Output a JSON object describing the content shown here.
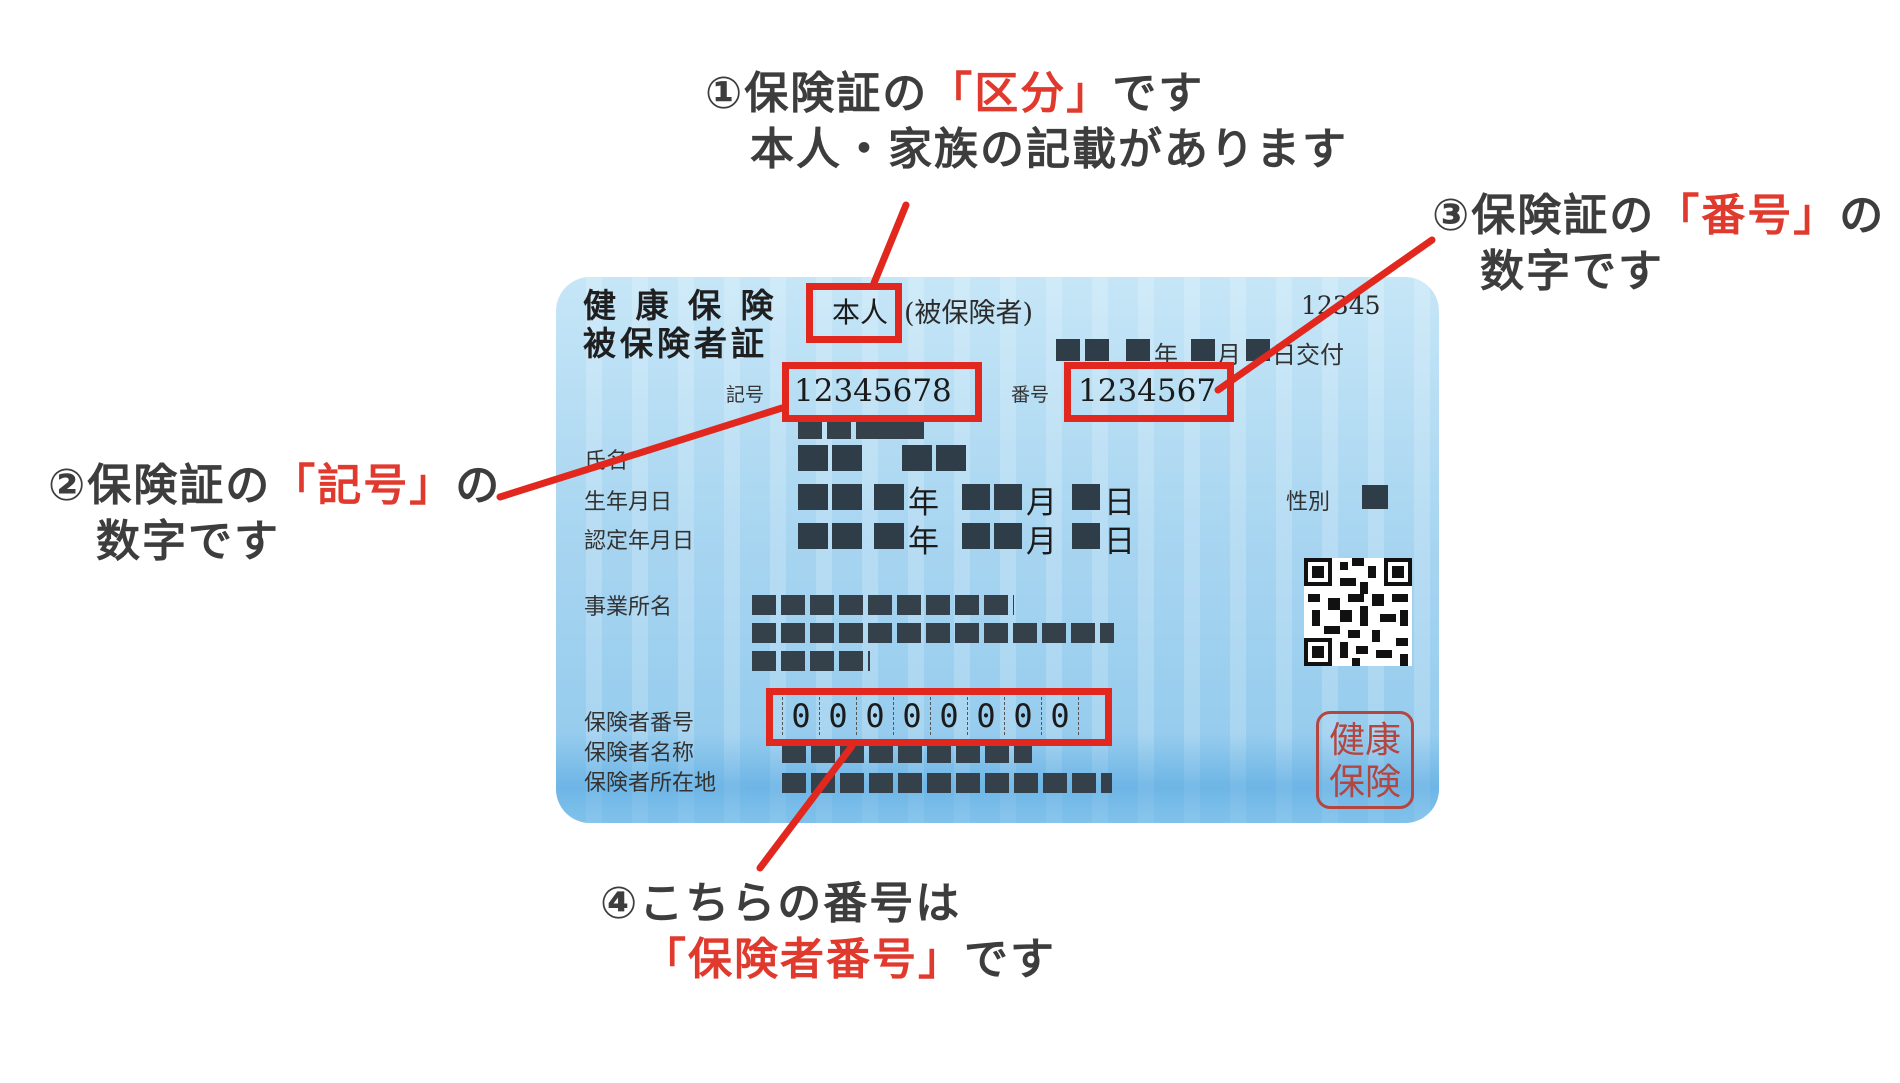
{
  "annotations": {
    "a1": {
      "num": "①",
      "pre": "保険証の",
      "hl": "「区分」",
      "post": "です",
      "line2": "本人・家族の記載があります"
    },
    "a2": {
      "num": "②",
      "pre": "保険証の",
      "hl": "「記号」",
      "post": "の",
      "line2": "数字です"
    },
    "a3": {
      "num": "③",
      "pre": "保険証の",
      "hl": "「番号」",
      "post": "の",
      "line2": "数字です"
    },
    "a4": {
      "num": "④",
      "line1": "こちらの番号は",
      "hl": "「保険者番号」",
      "post": "です"
    }
  },
  "card": {
    "title_line1": "健 康 保 険",
    "title_line2": "被保険者証",
    "category": "本人",
    "category_note": "(被保険者)",
    "serial": "12345",
    "issue_year": "年",
    "issue_month": "月",
    "issue_day": "日交付",
    "kigo_label": "記号",
    "kigo_value": "12345678",
    "bango_label": "番号",
    "bango_value": "1234567",
    "name_label": "氏名",
    "birth_label": "生年月日",
    "cert_label": "認定年月日",
    "year": "年",
    "month": "月",
    "day": "日",
    "sex_label": "性別",
    "office_label": "事業所名",
    "insurer_no_label": "保険者番号",
    "insurer_name_label": "保険者名称",
    "insurer_addr_label": "保険者所在地",
    "insurer_digits": [
      "0",
      "0",
      "0",
      "0",
      "0",
      "0",
      "0",
      "0"
    ],
    "stamp_line1": "健康",
    "stamp_line2": "保険"
  },
  "colors": {
    "highlight": "#e03a2e",
    "box": "#e2281e",
    "card": "#a9d6f1"
  }
}
